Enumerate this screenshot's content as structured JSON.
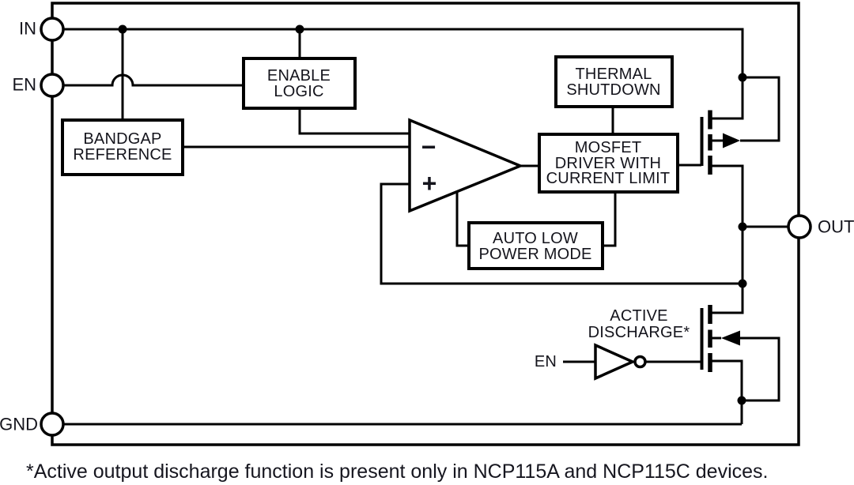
{
  "pins": {
    "in": "IN",
    "en": "EN",
    "gnd": "GND",
    "out": "OUT"
  },
  "blocks": {
    "enable_logic": [
      "ENABLE",
      "LOGIC"
    ],
    "bandgap": [
      "BANDGAP",
      "REFERENCE"
    ],
    "thermal": [
      "THERMAL",
      "SHUTDOWN"
    ],
    "mosfet_driver": [
      "MOSFET",
      "DRIVER WITH",
      "CURRENT LIMIT"
    ],
    "auto_low_power": [
      "AUTO LOW",
      "POWER MODE"
    ],
    "active_discharge": [
      "ACTIVE",
      "DISCHARGE*"
    ]
  },
  "amplifier": {
    "inverting_sign": "−",
    "noninverting_sign": "+"
  },
  "discharge_inverter_label": "EN",
  "footnote": "*Active output discharge function is present only in NCP115A and NCP115C devices.",
  "colors": {
    "wire": "#000000",
    "text": "#14141c",
    "background": "#ffffff"
  }
}
